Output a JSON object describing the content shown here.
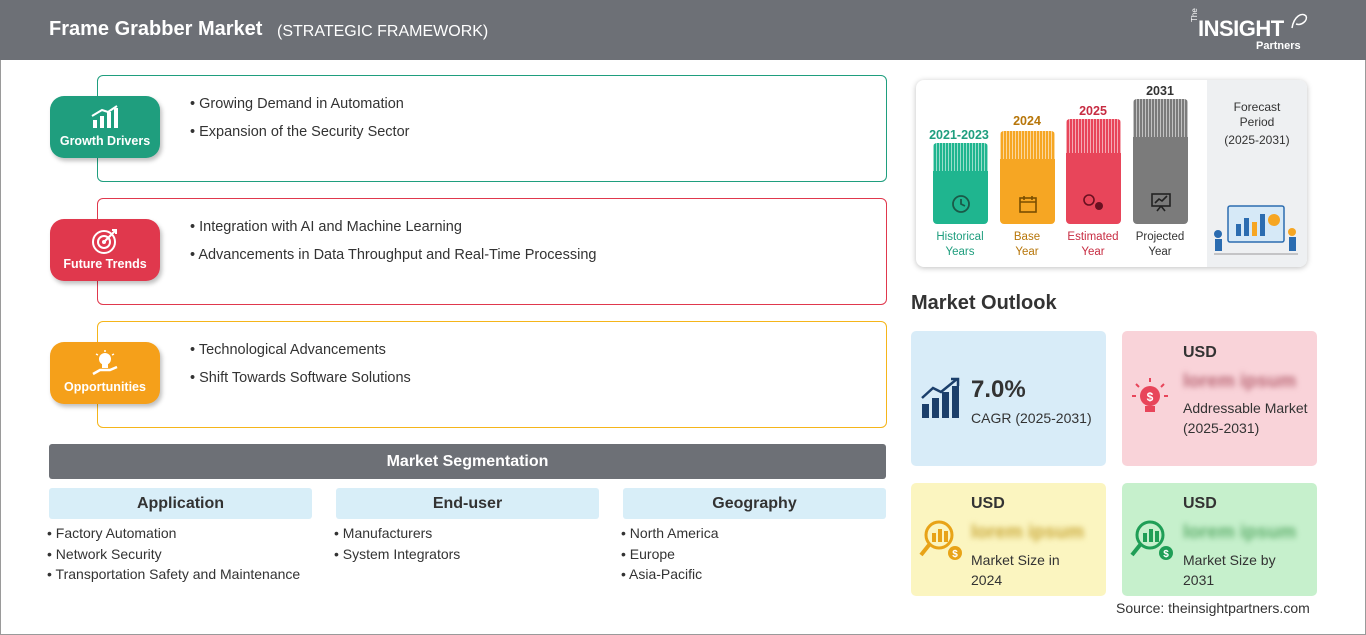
{
  "header": {
    "title": "Frame Grabber Market",
    "subtitle": "(STRATEGIC FRAMEWORK)",
    "logo": {
      "the": "The",
      "insight": "INSIGHT",
      "partners": "Partners"
    }
  },
  "colors": {
    "growth": "#1f9e7e",
    "trends": "#e0384d",
    "opportunities": "#f5a01a",
    "header": "#6d7076"
  },
  "framework": {
    "growth_drivers": {
      "label": "Growth Drivers",
      "icon": "growth-chart-icon",
      "items": [
        "Growing Demand in Automation",
        "Expansion of the Security Sector"
      ]
    },
    "future_trends": {
      "label": "Future Trends",
      "icon": "target-icon",
      "items": [
        "Integration with AI and Machine Learning",
        "Advancements in Data Throughput and Real-Time Processing"
      ]
    },
    "opportunities": {
      "label": "Opportunities",
      "icon": "lightbulb-hand-icon",
      "items": [
        "Technological Advancements",
        "Shift Towards Software Solutions"
      ]
    }
  },
  "segmentation": {
    "title": "Market Segmentation",
    "columns": [
      {
        "heading": "Application",
        "items": [
          "Factory Automation",
          "Network Security",
          "Transportation Safety and Maintenance"
        ]
      },
      {
        "heading": "End-user",
        "items": [
          "Manufacturers",
          "System Integrators"
        ]
      },
      {
        "heading": "Geography",
        "items": [
          "North America",
          "Europe",
          "Asia-Pacific"
        ]
      }
    ]
  },
  "timeline": {
    "bars": [
      {
        "year": "2021-2023",
        "caption1": "Historical",
        "caption2": "Years",
        "color": "#1fb58f",
        "icon": "history-icon"
      },
      {
        "year": "2024",
        "caption1": "Base",
        "caption2": "Year",
        "color": "#f6a623",
        "icon": "calendar-icon"
      },
      {
        "year": "2025",
        "caption1": "Estimated",
        "caption2": "Year",
        "color": "#e8455a",
        "icon": "estimate-gears-icon"
      },
      {
        "year": "2031",
        "caption1": "Projected",
        "caption2": "Year",
        "color": "#7b7b7b",
        "icon": "presentation-board-icon"
      }
    ],
    "forecast": {
      "line1": "Forecast",
      "line2": "Period",
      "line3": "(2025-2031)"
    }
  },
  "outlook": {
    "title": "Market Outlook",
    "cagr": {
      "value": "7.0%",
      "label": "CAGR (2025-2031)"
    },
    "addressable": {
      "currency": "USD",
      "value": "lorem ipsum",
      "label": "Addressable Market (2025-2031)"
    },
    "size_2024": {
      "currency": "USD",
      "value": "lorem ipsum",
      "label": "Market Size in 2024"
    },
    "size_2031": {
      "currency": "USD",
      "value": "lorem ipsum",
      "label": "Market Size by 2031"
    }
  },
  "source": "Source: theinsightpartners.com"
}
